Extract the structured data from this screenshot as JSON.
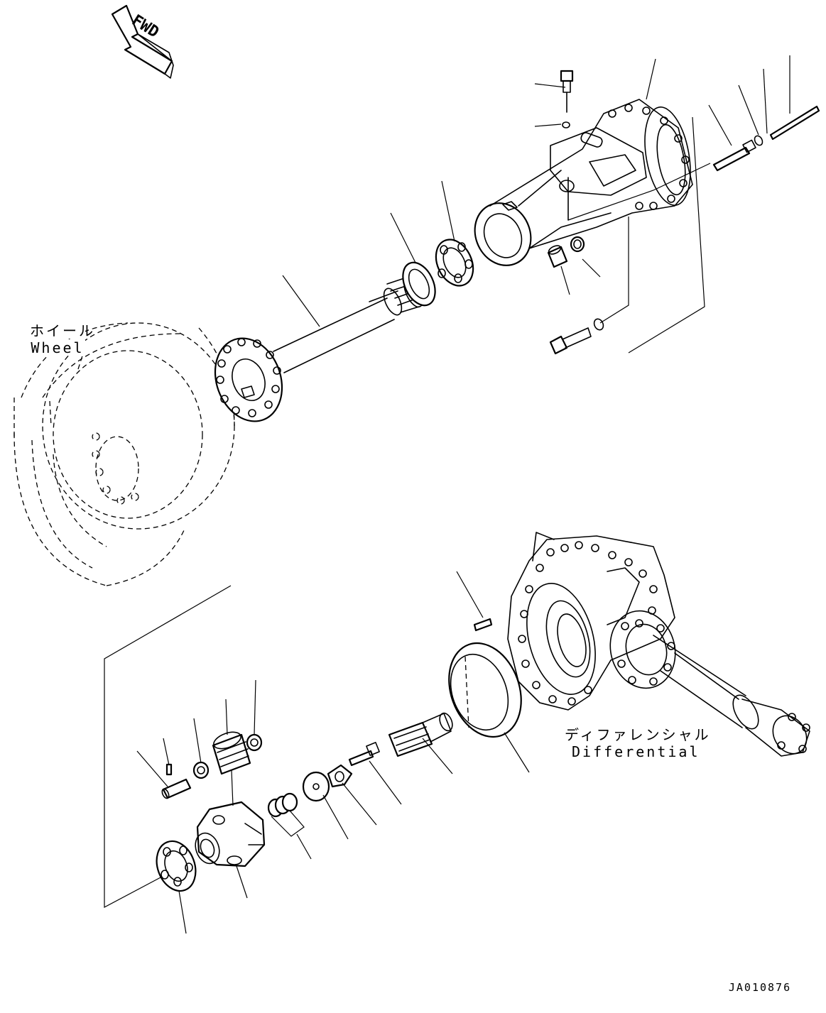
{
  "fwd_arrow": {
    "label": "FWD"
  },
  "labels": {
    "wheel_jp": "ホイール",
    "wheel_en": "Wheel",
    "differential_jp": "ディファレンシャル",
    "differential_en": "Differential"
  },
  "drawing_code": "JA010876",
  "icons": [
    "fwd-arrow-icon"
  ]
}
